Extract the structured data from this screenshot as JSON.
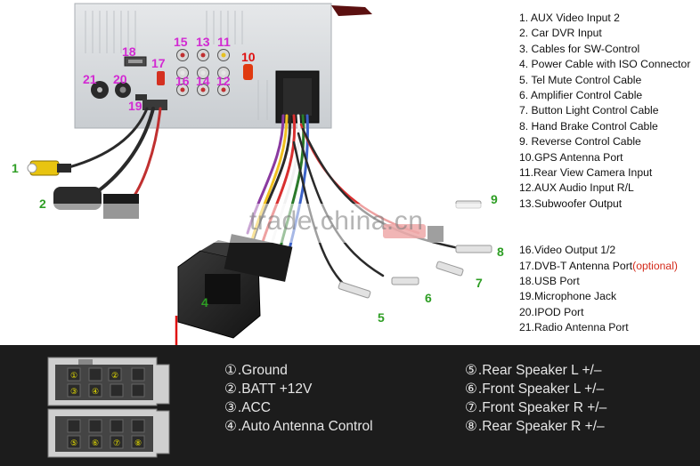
{
  "legend": [
    "1. AUX Video Input 2",
    "2. Car DVR Input",
    "3. Cables for SW-Control",
    "4. Power Cable with ISO Connector",
    "5. Tel Mute Control Cable",
    "6. Amplifier Control Cable",
    "7. Button Light Control Cable",
    "8. Hand Brake Control Cable",
    "9. Reverse Control Cable",
    "10.GPS Antenna Port",
    "11.Rear View Camera Input",
    "12.AUX Audio Input R/L",
    "13.Subwoofer Output",
    "16.Video Output 1/2",
    "17.DVB-T Antenna Port",
    "18.USB Port",
    "19.Microphone Jack",
    "20.IPOD Port",
    "21.Radio Antenna Port"
  ],
  "legend_optional": "(optional)",
  "watermark": "trade.china.cn",
  "callouts": [
    "1",
    "2",
    "4",
    "5",
    "6",
    "7",
    "8",
    "9",
    "10",
    "11",
    "12",
    "13",
    "14",
    "15",
    "16",
    "17",
    "18",
    "19",
    "20",
    "21"
  ],
  "pins_left": [
    {
      "num": "①",
      "label": ".Ground"
    },
    {
      "num": "②",
      "label": ".BATT +12V"
    },
    {
      "num": "③",
      "label": ".ACC"
    },
    {
      "num": "④",
      "label": ".Auto Antenna Control"
    }
  ],
  "pins_right": [
    {
      "num": "⑤",
      "label": ".Rear Speaker L +/–"
    },
    {
      "num": "⑥",
      "label": ".Front Speaker L +/–"
    },
    {
      "num": "⑦",
      "label": ".Front Speaker R +/–"
    },
    {
      "num": "⑧",
      "label": ".Rear Speaker R +/–"
    }
  ],
  "connector_pins": [
    "①",
    "②",
    "③",
    "④",
    "⑤",
    "⑥",
    "⑦",
    "⑧"
  ],
  "colors": {
    "callout_pink": "#d22ad2",
    "callout_red": "#e01010",
    "callout_green": "#2e9e24",
    "optional_red": "#d42a1a",
    "panel_dark": "#1c1c1c",
    "pin_yellow": "#e8e000"
  }
}
